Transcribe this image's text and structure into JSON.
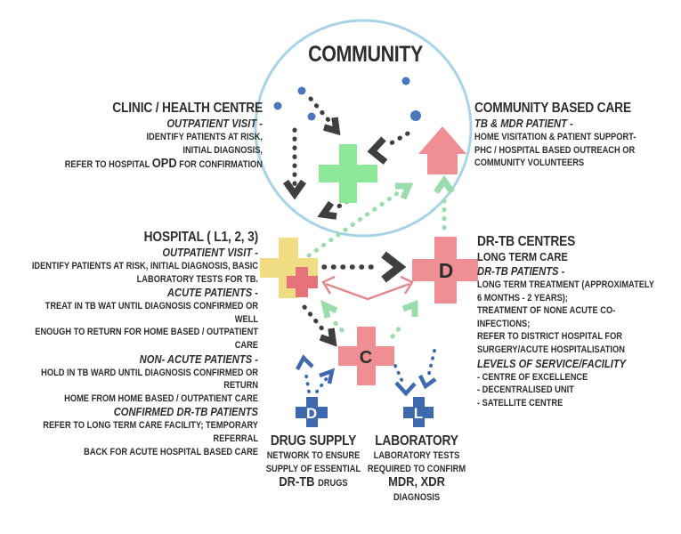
{
  "community": {
    "title": "COMMUNITY"
  },
  "blocks": {
    "clinic": {
      "lines": [
        {
          "s": "h",
          "t": "CLINIC / HEALTH CENTRE"
        },
        {
          "s": "i",
          "t": "OUTPATIENT VISIT -"
        },
        {
          "s": "b",
          "t": "IDENTIFY PATIENTS AT RISK,"
        },
        {
          "s": "b",
          "t": "INITIAL DIAGNOSIS,"
        },
        {
          "s": "m",
          "parts": [
            {
              "t": "REFER TO HOSPITAL ",
              "big": false
            },
            {
              "t": "OPD",
              "big": true
            },
            {
              "t": " FOR CONFIRMATION",
              "big": false
            }
          ]
        }
      ]
    },
    "community_care": {
      "lines": [
        {
          "s": "h",
          "t": "COMMUNITY BASED CARE"
        },
        {
          "s": "i",
          "t": "TB & MDR PATIENT -"
        },
        {
          "s": "b",
          "t": "HOME VISITATION & PATIENT SUPPORT-"
        },
        {
          "s": "b",
          "t": "PHC / HOSPITAL BASED OUTREACH OR"
        },
        {
          "s": "b",
          "t": "COMMUNITY VOLUNTEERS"
        }
      ]
    },
    "hospital": {
      "lines": [
        {
          "s": "h",
          "t": "HOSPITAL ( L1, 2, 3)"
        },
        {
          "s": "i",
          "t": "OUTPATIENT VISIT -"
        },
        {
          "s": "b",
          "t": "IDENTIFY PATIENTS AT RISK, INITIAL DIAGNOSIS, BASIC"
        },
        {
          "s": "b",
          "t": "LABORATORY TESTS FOR TB."
        },
        {
          "s": "i",
          "t": "ACUTE PATIENTS -"
        },
        {
          "s": "b",
          "t": "TREAT IN TB WAT UNTIL DIAGNOSIS CONFIRMED OR WELL"
        },
        {
          "s": "b",
          "t": "ENOUGH TO RETURN FOR HOME BASED / OUTPATIENT CARE"
        },
        {
          "s": "i",
          "t": "NON- ACUTE PATIENTS -"
        },
        {
          "s": "b",
          "t": "HOLD IN TB WARD UNTIL DIAGNOSIS CONFIRMED OR RETURN"
        },
        {
          "s": "b",
          "t": "HOME FROM HOME BASED / OUTPATIENT CARE"
        },
        {
          "s": "i",
          "t": "CONFIRMED DR-TB PATIENTS"
        },
        {
          "s": "b",
          "t": "REFER TO LONG TERM CARE FACILITY; TEMPORARY REFERRAL"
        },
        {
          "s": "b",
          "t": "BACK FOR ACUTE HOSPITAL BASED CARE"
        }
      ]
    },
    "drtb_centres": {
      "lines": [
        {
          "s": "h",
          "t": "DR-TB CENTRES"
        },
        {
          "s": "s",
          "t": "LONG TERM CARE"
        },
        {
          "s": "i",
          "t": "DR-TB PATIENTS -"
        },
        {
          "s": "b",
          "t": "LONG TERM TREATMENT (APPROXIMATELY"
        },
        {
          "s": "b",
          "t": "6 MONTHS - 2 YEARS);"
        },
        {
          "s": "b",
          "t": "TREATMENT OF NONE ACUTE CO-INFECTIONS;"
        },
        {
          "s": "b",
          "t": "REFER TO DISTRICT HOSPITAL FOR"
        },
        {
          "s": "b",
          "t": "SURGERY/ACUTE HOSPITALISATION"
        },
        {
          "s": "i",
          "t": "LEVELS OF SERVICE/FACILITY"
        },
        {
          "s": "b",
          "t": "- CENTRE OF EXCELLENCE"
        },
        {
          "s": "b",
          "t": "- DECENTRALISED UNIT"
        },
        {
          "s": "b",
          "t": "- SATELLITE CENTRE"
        }
      ]
    },
    "drug_supply": {
      "lines": [
        {
          "s": "h",
          "t": "DRUG SUPPLY"
        },
        {
          "s": "b",
          "t": "NETWORK TO ENSURE"
        },
        {
          "s": "b",
          "t": "SUPPLY OF ESSENTIAL"
        },
        {
          "s": "m",
          "parts": [
            {
              "t": "DR-TB ",
              "big": true
            },
            {
              "t": "DRUGS",
              "big": false
            }
          ]
        }
      ]
    },
    "laboratory": {
      "lines": [
        {
          "s": "h",
          "t": "LABORATORY"
        },
        {
          "s": "b",
          "t": "LABORATORY TESTS"
        },
        {
          "s": "b",
          "t": "REQUIRED TO CONFIRM"
        },
        {
          "s": "m",
          "parts": [
            {
              "t": "MDR, XDR ",
              "big": true
            },
            {
              "t": "DIAGNOSIS",
              "big": false
            }
          ]
        }
      ]
    }
  },
  "node_letters": {
    "drtb_centre": "D",
    "central": "C",
    "drug_supply": "D",
    "laboratory": "L"
  },
  "colors": {
    "circle_stroke": "#a8d4e6",
    "blue_dot": "#4a77bc",
    "black_arrow": "#3f3f3f",
    "green_shape": "#8ee89a",
    "green_arrow": "#9bdcac",
    "coral_shape": "#ef8e93",
    "red_small_cross": "#e8727a",
    "yellow_shape": "#f0dc82",
    "blue_shape": "#3d6aae",
    "pink_arrow": "#e18a8e",
    "text": "#2e2e2e",
    "letter_light": "#ffffff"
  }
}
